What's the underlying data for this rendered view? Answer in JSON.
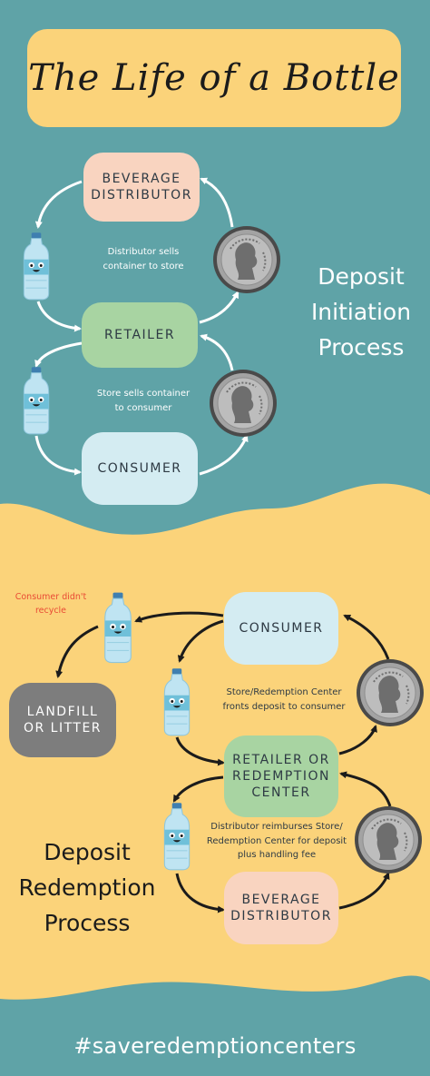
{
  "title": "The Life of a Bottle",
  "initiation": {
    "heading": [
      "Deposit",
      "Initiation",
      "Process"
    ],
    "nodes": {
      "distributor": [
        "BEVERAGE",
        "DISTRIBUTOR"
      ],
      "retailer": "RETAILER",
      "consumer": "CONSUMER"
    },
    "captions": {
      "distributor_to_store": [
        "Distributor sells",
        "container to store"
      ],
      "store_to_consumer": [
        "Store sells container",
        "to consumer"
      ]
    }
  },
  "redemption": {
    "heading": [
      "Deposit",
      "Redemption",
      "Process"
    ],
    "nodes": {
      "consumer": "CONSUMER",
      "landfill": [
        "LANDFILL",
        "OR LITTER"
      ],
      "retailer": [
        "RETAILER OR",
        "REDEMPTION",
        "CENTER"
      ],
      "distributor": [
        "BEVERAGE",
        "DISTRIBUTOR"
      ]
    },
    "captions": {
      "fronts_deposit": [
        "Store/Redemption Center",
        "fronts deposit to consumer"
      ],
      "reimburses": [
        "Distributor reimburses Store/",
        "Redemption Center for deposit",
        "plus handling fee"
      ]
    },
    "note": [
      "Consumer didn't",
      "recycle"
    ]
  },
  "hashtag": "#saveredemptioncenters",
  "colors": {
    "teal": "#5fa3a7",
    "yellow": "#fbd37a",
    "pink": "#f9d4c0",
    "green": "#a8d4a2",
    "lightblue": "#d4ecf2",
    "gray": "#7d7d7d",
    "note_red": "#e94b35"
  },
  "icons": [
    "water-bottle-icon",
    "coin-icon",
    "arrow-icon"
  ]
}
